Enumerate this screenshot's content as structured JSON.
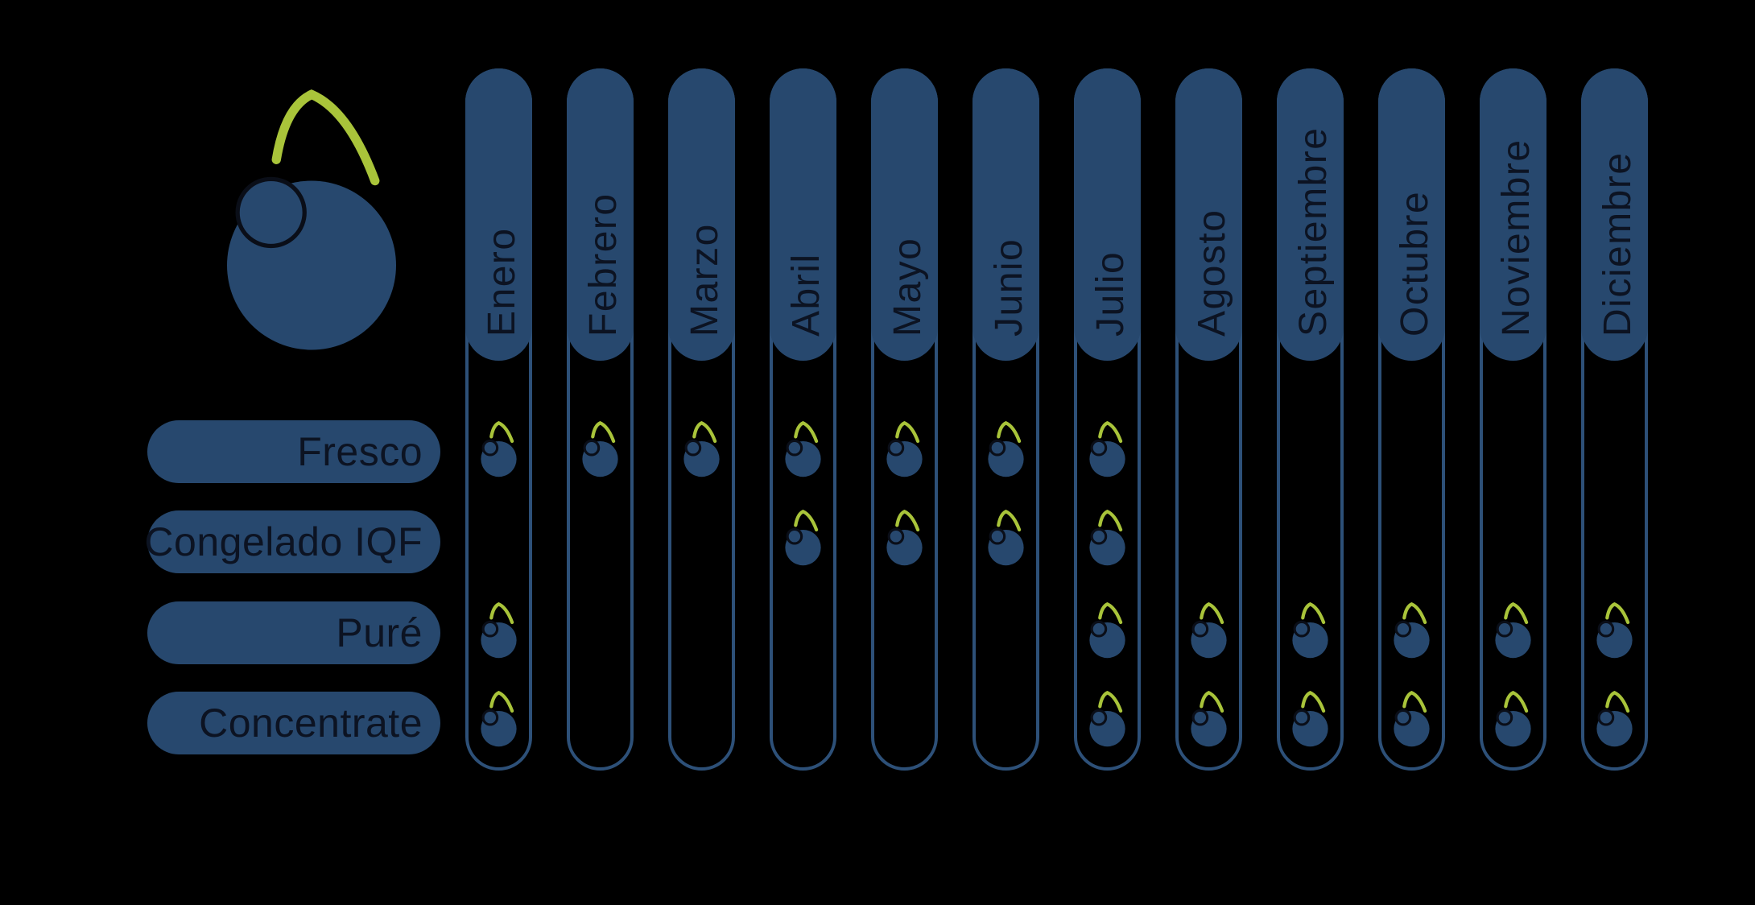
{
  "colors": {
    "background": "#000000",
    "blue_fill": "#27486e",
    "blue_outline": "#2d5078",
    "green_stem": "#a9c43a",
    "dark_text": "#0c1322",
    "berry_outline": "#0a0e18"
  },
  "icons": {
    "logo": "blueberry-logo-icon",
    "available_marker": "blueberry-icon"
  },
  "chart_data": {
    "type": "heatmap",
    "x": [
      "Enero",
      "Febrero",
      "Marzo",
      "Abril",
      "Mayo",
      "Junio",
      "Julio",
      "Agosto",
      "Septiembre",
      "Octubre",
      "Noviembre",
      "Diciembre"
    ],
    "series": [
      {
        "name": "Fresco",
        "values": [
          1,
          1,
          1,
          1,
          1,
          1,
          1,
          0,
          0,
          0,
          0,
          0
        ]
      },
      {
        "name": "Congelado IQF",
        "values": [
          0,
          0,
          0,
          1,
          1,
          1,
          1,
          0,
          0,
          0,
          0,
          0
        ]
      },
      {
        "name": "Puré",
        "values": [
          1,
          0,
          0,
          0,
          0,
          0,
          1,
          1,
          1,
          1,
          1,
          1
        ]
      },
      {
        "name": "Concentrate",
        "values": [
          1,
          0,
          0,
          0,
          0,
          0,
          1,
          1,
          1,
          1,
          1,
          1
        ]
      }
    ],
    "value_meaning": {
      "1": "available - blueberry icon shown in month column",
      "0": "not available - empty cell"
    },
    "legend_position": "none",
    "grid": "12 vertical capsule columns (months) crossed by 4 product rows"
  }
}
